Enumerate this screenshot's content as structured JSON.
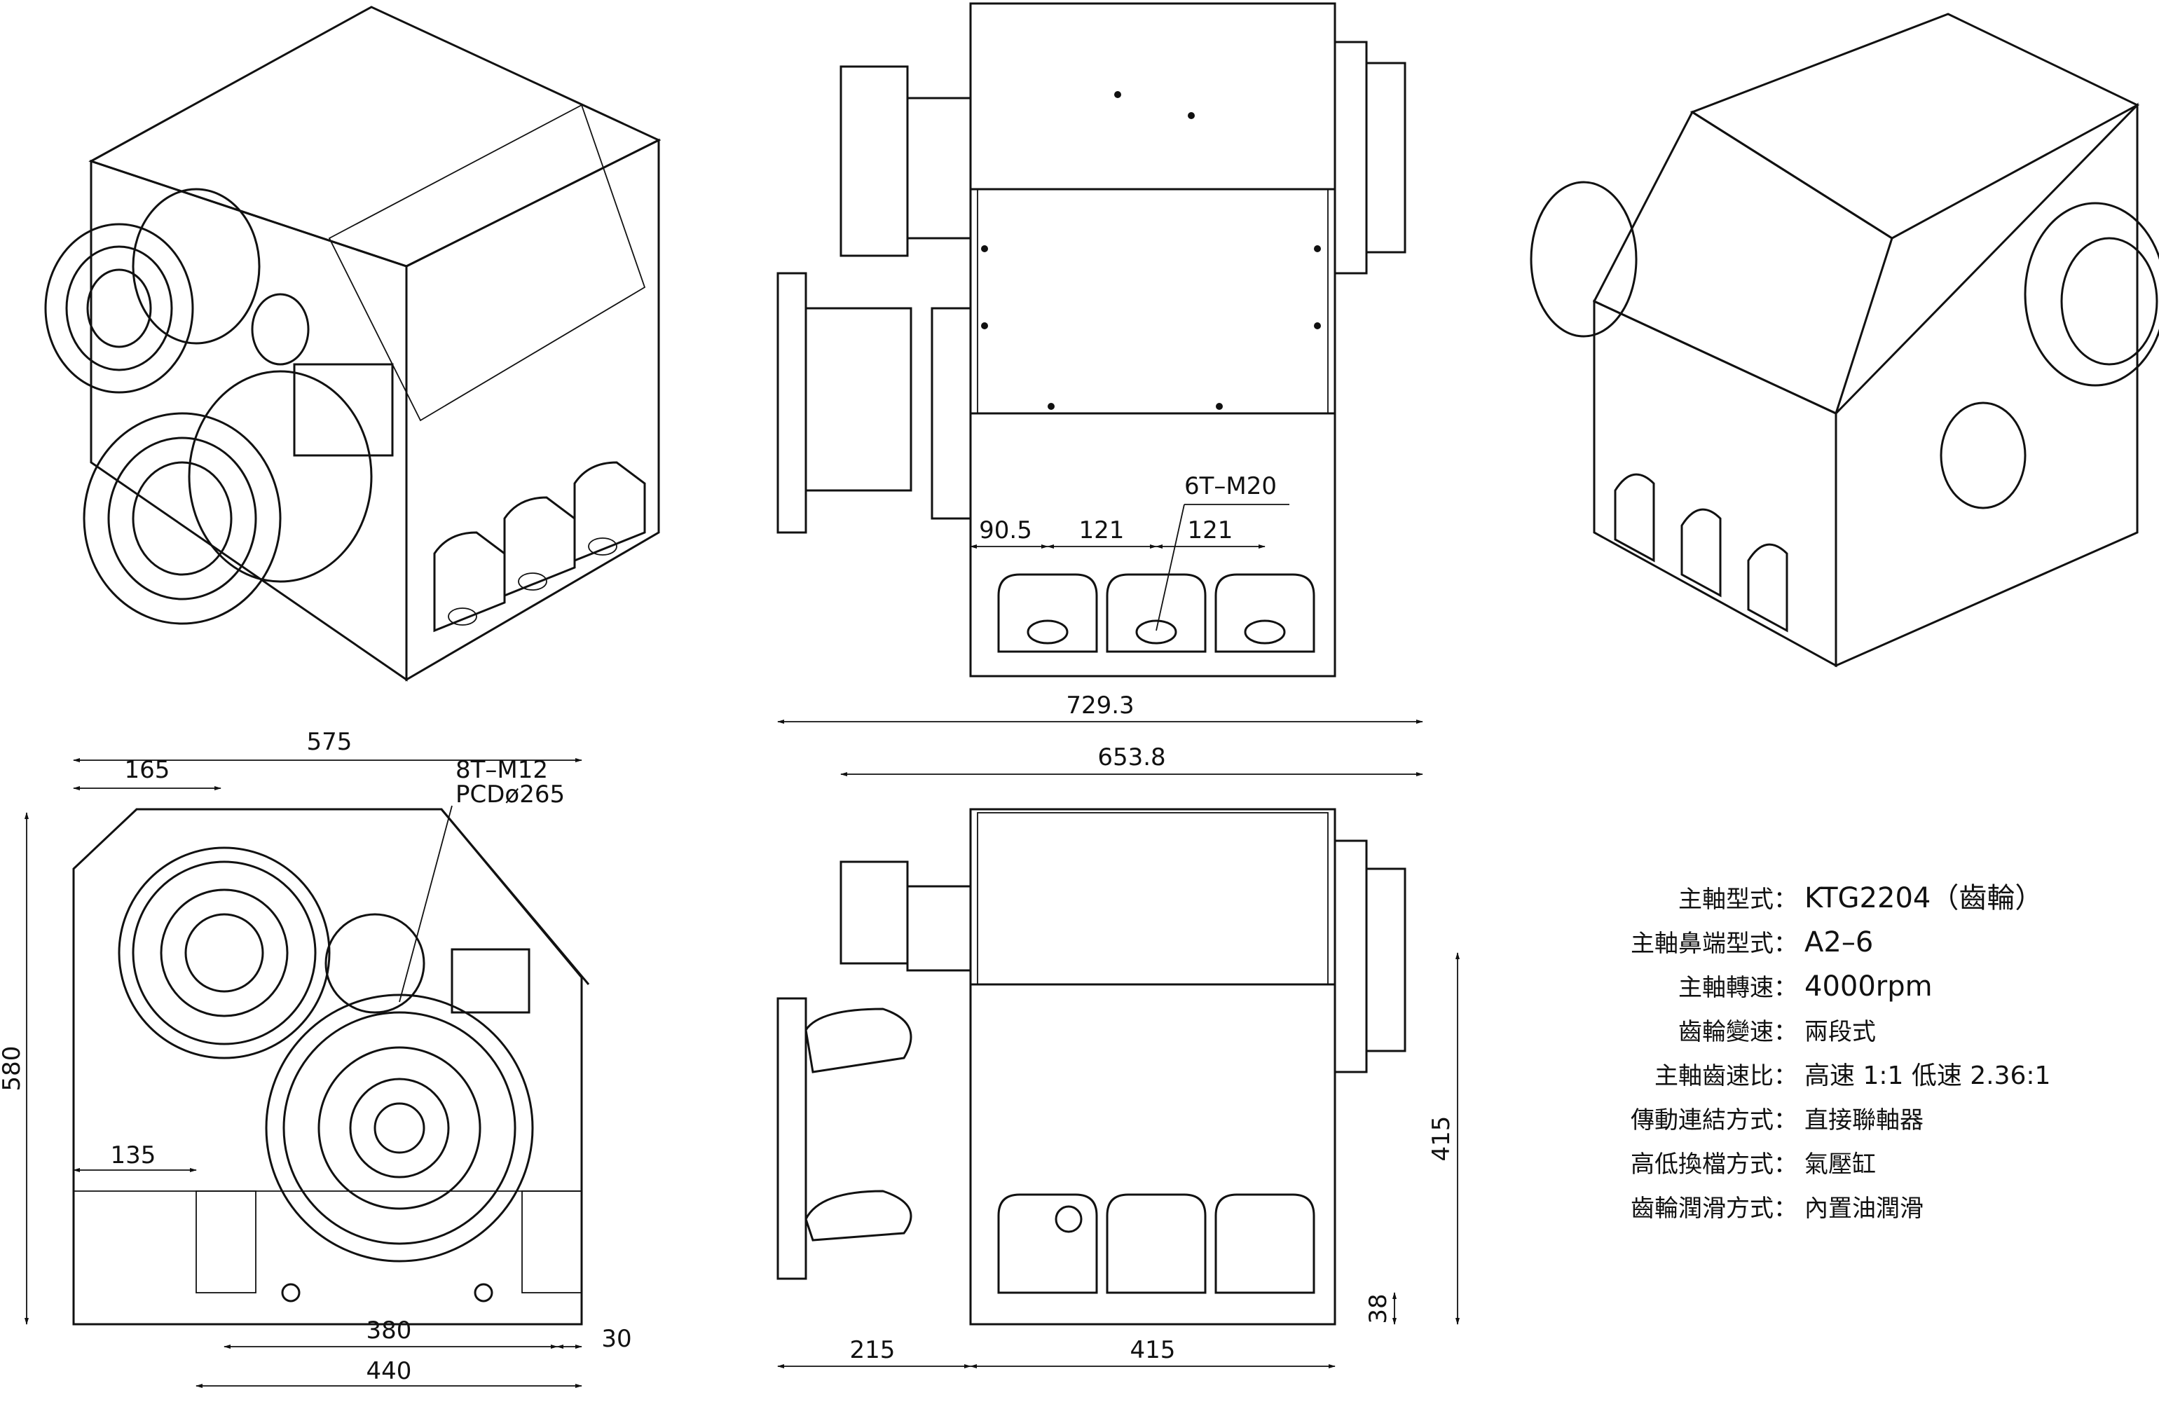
{
  "dims": {
    "top_w": "575",
    "top_a": "165",
    "top_note1": "8T–M12",
    "top_note2": "PCDø265",
    "left_h": "580",
    "left_b": "135",
    "bot_a": "380",
    "bot_b": "30",
    "bot_c": "440",
    "mid_a": "90.5",
    "mid_b": "121",
    "mid_c": "121",
    "mid_note": "6T–M20",
    "mid_w": "729.3",
    "side_w": "653.8",
    "side_h": "415",
    "side_f": "38",
    "side_b1": "215",
    "side_b2": "415"
  },
  "specs": [
    {
      "label": "主軸型式：",
      "value": "KTG2204（齒輪）"
    },
    {
      "label": "主軸鼻端型式：",
      "value": "A2–6"
    },
    {
      "label": "主軸轉速：",
      "value": "4000rpm"
    },
    {
      "label": "齒輪變速：",
      "value": "兩段式"
    },
    {
      "label": "主軸齒速比：",
      "value": "高速 1:1  低速 2.36:1"
    },
    {
      "label": "傳動連結方式：",
      "value": "直接聯軸器"
    },
    {
      "label": "高低換檔方式：",
      "value": "氣壓缸"
    },
    {
      "label": "齒輪潤滑方式：",
      "value": "內置油潤滑"
    }
  ]
}
